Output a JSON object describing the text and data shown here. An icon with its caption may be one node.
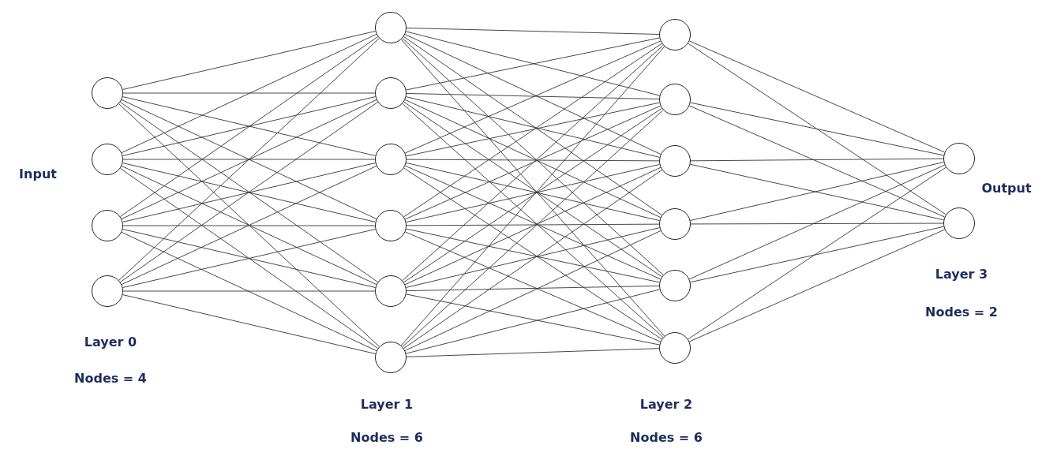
{
  "diagram": {
    "nodes": [
      {
        "text": [],
        "shape": "circle"
      },
      {
        "text": [],
        "shape": "circle"
      },
      {
        "text": [],
        "shape": "circle"
      },
      {
        "text": [],
        "shape": "circle"
      },
      {
        "text": [],
        "shape": "circle"
      },
      {
        "text": [],
        "shape": "circle"
      },
      {
        "text": [],
        "shape": "circle"
      },
      {
        "text": [],
        "shape": "circle"
      },
      {
        "text": [],
        "shape": "circle"
      },
      {
        "text": [],
        "shape": "circle"
      },
      {
        "text": [],
        "shape": "circle"
      },
      {
        "text": [],
        "shape": "circle"
      },
      {
        "text": [],
        "shape": "circle"
      },
      {
        "text": [],
        "shape": "circle"
      },
      {
        "text": [],
        "shape": "circle"
      },
      {
        "text": [],
        "shape": "circle"
      },
      {
        "text": [],
        "shape": "circle"
      },
      {
        "text": [],
        "shape": "circle"
      }
    ],
    "edges": [
      {
        "from": 0,
        "to": 4,
        "arrow": "none"
      },
      {
        "from": 0,
        "to": 5,
        "arrow": "none"
      },
      {
        "from": 0,
        "to": 6,
        "arrow": "none"
      },
      {
        "from": 0,
        "to": 7,
        "arrow": "none"
      },
      {
        "from": 0,
        "to": 8,
        "arrow": "none"
      },
      {
        "from": 0,
        "to": 9,
        "arrow": "none"
      },
      {
        "from": 1,
        "to": 4,
        "arrow": "none"
      },
      {
        "from": 1,
        "to": 5,
        "arrow": "none"
      },
      {
        "from": 1,
        "to": 6,
        "arrow": "none"
      },
      {
        "from": 1,
        "to": 7,
        "arrow": "none"
      },
      {
        "from": 1,
        "to": 8,
        "arrow": "none"
      },
      {
        "from": 1,
        "to": 9,
        "arrow": "none"
      },
      {
        "from": 2,
        "to": 4,
        "arrow": "none"
      },
      {
        "from": 2,
        "to": 5,
        "arrow": "none"
      },
      {
        "from": 2,
        "to": 6,
        "arrow": "none"
      },
      {
        "from": 2,
        "to": 7,
        "arrow": "none"
      },
      {
        "from": 2,
        "to": 8,
        "arrow": "none"
      },
      {
        "from": 2,
        "to": 9,
        "arrow": "none"
      },
      {
        "from": 3,
        "to": 4,
        "arrow": "none"
      },
      {
        "from": 3,
        "to": 5,
        "arrow": "none"
      },
      {
        "from": 3,
        "to": 6,
        "arrow": "none"
      },
      {
        "from": 3,
        "to": 7,
        "arrow": "none"
      },
      {
        "from": 3,
        "to": 8,
        "arrow": "none"
      },
      {
        "from": 3,
        "to": 9,
        "arrow": "none"
      },
      {
        "from": 4,
        "to": 10,
        "arrow": "none"
      },
      {
        "from": 4,
        "to": 11,
        "arrow": "none"
      },
      {
        "from": 4,
        "to": 12,
        "arrow": "none"
      },
      {
        "from": 4,
        "to": 13,
        "arrow": "none"
      },
      {
        "from": 4,
        "to": 14,
        "arrow": "none"
      },
      {
        "from": 4,
        "to": 15,
        "arrow": "none"
      },
      {
        "from": 5,
        "to": 10,
        "arrow": "none"
      },
      {
        "from": 5,
        "to": 11,
        "arrow": "none"
      },
      {
        "from": 5,
        "to": 12,
        "arrow": "none"
      },
      {
        "from": 5,
        "to": 13,
        "arrow": "none"
      },
      {
        "from": 5,
        "to": 14,
        "arrow": "none"
      },
      {
        "from": 5,
        "to": 15,
        "arrow": "none"
      },
      {
        "from": 6,
        "to": 10,
        "arrow": "none"
      },
      {
        "from": 6,
        "to": 11,
        "arrow": "none"
      },
      {
        "from": 6,
        "to": 12,
        "arrow": "none"
      },
      {
        "from": 6,
        "to": 13,
        "arrow": "none"
      },
      {
        "from": 6,
        "to": 14,
        "arrow": "none"
      },
      {
        "from": 6,
        "to": 15,
        "arrow": "none"
      },
      {
        "from": 7,
        "to": 10,
        "arrow": "none"
      },
      {
        "from": 7,
        "to": 11,
        "arrow": "none"
      },
      {
        "from": 7,
        "to": 12,
        "arrow": "none"
      },
      {
        "from": 7,
        "to": 13,
        "arrow": "none"
      },
      {
        "from": 7,
        "to": 14,
        "arrow": "none"
      },
      {
        "from": 7,
        "to": 15,
        "arrow": "none"
      },
      {
        "from": 8,
        "to": 10,
        "arrow": "none"
      },
      {
        "from": 8,
        "to": 11,
        "arrow": "none"
      },
      {
        "from": 8,
        "to": 12,
        "arrow": "none"
      },
      {
        "from": 8,
        "to": 13,
        "arrow": "none"
      },
      {
        "from": 8,
        "to": 14,
        "arrow": "none"
      },
      {
        "from": 8,
        "to": 15,
        "arrow": "none"
      },
      {
        "from": 9,
        "to": 10,
        "arrow": "none"
      },
      {
        "from": 9,
        "to": 11,
        "arrow": "none"
      },
      {
        "from": 9,
        "to": 12,
        "arrow": "none"
      },
      {
        "from": 9,
        "to": 13,
        "arrow": "none"
      },
      {
        "from": 9,
        "to": 14,
        "arrow": "none"
      },
      {
        "from": 9,
        "to": 15,
        "arrow": "none"
      },
      {
        "from": 10,
        "to": 16,
        "arrow": "none"
      },
      {
        "from": 10,
        "to": 17,
        "arrow": "none"
      },
      {
        "from": 11,
        "to": 16,
        "arrow": "none"
      },
      {
        "from": 11,
        "to": 17,
        "arrow": "none"
      },
      {
        "from": 12,
        "to": 16,
        "arrow": "none"
      },
      {
        "from": 12,
        "to": 17,
        "arrow": "none"
      },
      {
        "from": 13,
        "to": 16,
        "arrow": "none"
      },
      {
        "from": 13,
        "to": 17,
        "arrow": "none"
      },
      {
        "from": 14,
        "to": 16,
        "arrow": "none"
      },
      {
        "from": 14,
        "to": 17,
        "arrow": "none"
      },
      {
        "from": 15,
        "to": 16,
        "arrow": "none"
      },
      {
        "from": 15,
        "to": 17,
        "arrow": "none"
      }
    ],
    "labels": [
      "Input",
      "Layer 0",
      "Nodes = 4",
      "Layer 1",
      "Nodes = 6",
      "Layer 2",
      "Nodes = 6",
      "Output",
      "Layer 3",
      "Nodes = 2"
    ]
  }
}
